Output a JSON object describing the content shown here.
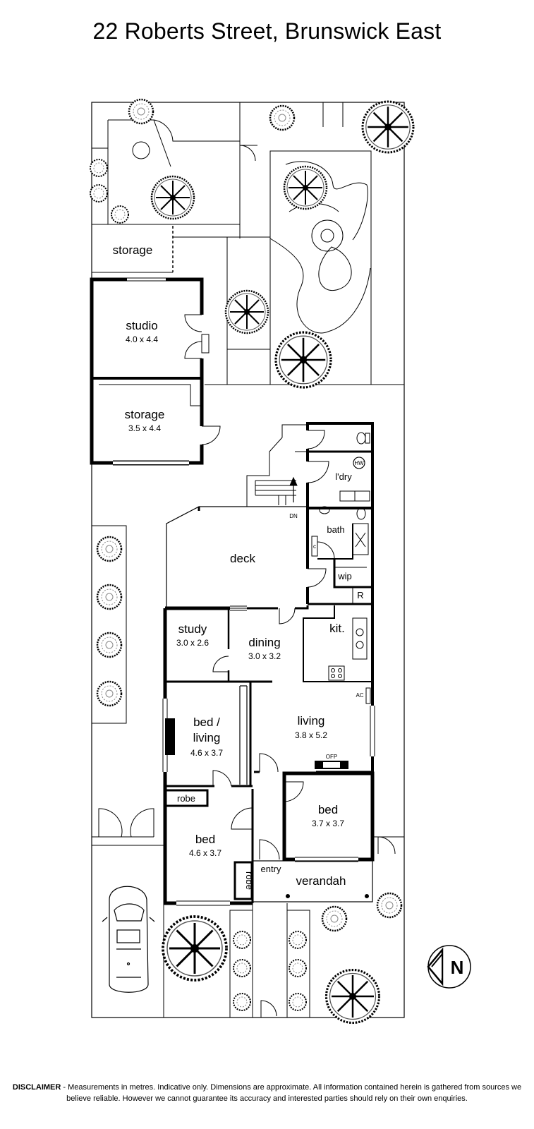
{
  "title": "22 Roberts Street, Brunswick East",
  "rooms": {
    "storage_top": {
      "name": "storage"
    },
    "studio": {
      "name": "studio",
      "dim": "4.0 x 4.4"
    },
    "storage_lower": {
      "name": "storage",
      "dim": "3.5 x 4.4"
    },
    "deck": {
      "name": "deck"
    },
    "laundry": {
      "name": "l'dry"
    },
    "hot_water": {
      "name": "HW"
    },
    "bath": {
      "name": "bath"
    },
    "cupboard": {
      "name": "c"
    },
    "wip": {
      "name": "wip"
    },
    "refrigerator": {
      "name": "R"
    },
    "kitchen": {
      "name": "kit."
    },
    "study": {
      "name": "study",
      "dim": "3.0 x 2.6"
    },
    "dining": {
      "name": "dining",
      "dim": "3.0 x 3.2"
    },
    "bed_living": {
      "name_line1": "bed /",
      "name_line2": "living",
      "dim": "4.6 x 3.7"
    },
    "living": {
      "name": "living",
      "dim": "3.8 x 5.2"
    },
    "air_con": {
      "name": "AC"
    },
    "fireplace": {
      "name": "OFP"
    },
    "robe_top": {
      "name": "robe"
    },
    "bed_front_left": {
      "name": "bed",
      "dim": "4.6 x 3.7"
    },
    "robe_side": {
      "name": "robe"
    },
    "bed_front_right": {
      "name": "bed",
      "dim": "3.7 x 3.7"
    },
    "entry": {
      "name": "entry"
    },
    "verandah": {
      "name": "verandah"
    }
  },
  "stairs_label": "DN",
  "compass": {
    "label": "N"
  },
  "disclaimer": {
    "heading": "DISCLAIMER",
    "text": " - Measurements in metres. Indicative only. Dimensions are approximate. All information contained herein is gathered from sources we believe reliable. However we cannot guarantee its accuracy and interested parties should rely on their own enquiries."
  }
}
